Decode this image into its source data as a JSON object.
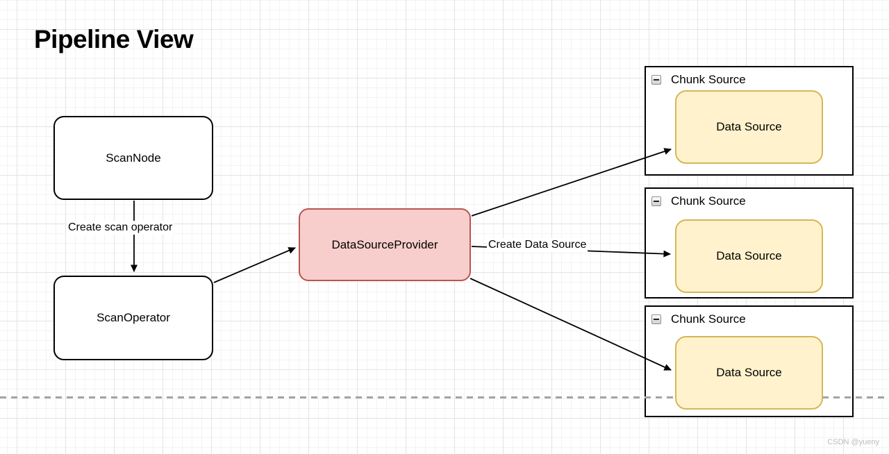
{
  "title": "Pipeline View",
  "nodes": {
    "scan_node": "ScanNode",
    "scan_operator": "ScanOperator",
    "data_source_provider": "DataSourceProvider"
  },
  "edges": {
    "create_scan_operator": "Create scan operator",
    "create_data_source": "Create Data Source"
  },
  "containers": [
    {
      "title": "Chunk Source",
      "child": "Data Source"
    },
    {
      "title": "Chunk Source",
      "child": "Data Source"
    },
    {
      "title": "Chunk Source",
      "child": "Data Source"
    }
  ],
  "watermark": "CSDN @yueny",
  "colors": {
    "provider_fill": "#f8cecc",
    "provider_stroke": "#b85450",
    "source_fill": "#fff2cc",
    "source_stroke": "#d6b656",
    "node_fill": "#ffffff",
    "node_stroke": "#000000",
    "edge_stroke": "#000000",
    "dashed_line": "#a3a3a3"
  }
}
